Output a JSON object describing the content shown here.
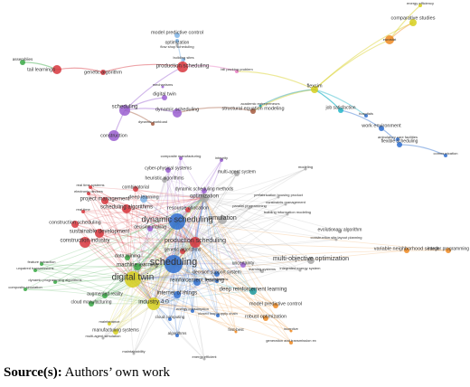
{
  "caption": {
    "label": "Source(s):",
    "text": "Authors’ own work"
  },
  "network_top": {
    "labels": [
      "model predictive control",
      "optimization",
      "flow shop scheduling",
      "comparative studies",
      "eurostat",
      "energy efficiency",
      "building sites",
      "bill packing problem",
      "production scheduling",
      "genetic algorithm",
      "tail learnings",
      "assemblies",
      "digital twin",
      "scheduling",
      "dynamic scheduling",
      "structural equation modeling",
      "academic entrepreneurs",
      "flexsim",
      "job satisfaction",
      "hospitals",
      "work environment",
      "ambulatory care facilities",
      "flexible scheduling",
      "construction",
      "dynamic workload",
      "mechanisms",
      "communication"
    ]
  },
  "network_bottom": {
    "labels": [
      "composite manufacturing",
      "integrity",
      "cyber-physical systems",
      "multi-agent system",
      "modeling",
      "heuristic algorithms",
      "real time systems",
      "electronic devices",
      "combinatorial",
      "deep learning",
      "optimization",
      "dynamic scheduling methods",
      "prefabrication housing product",
      "constraints management",
      "parallel programming",
      "building information modeling",
      "project management",
      "scheduling algorithms",
      "resource allocation",
      "real time",
      "dynamic scheduling",
      "simulation",
      "construction scheduling",
      "decision making",
      "sustainable development",
      "evolutionary algorithm",
      "construction site layout planning",
      "construction industry",
      "production scheduling",
      "genetic algorithms",
      "variable neighborhood search",
      "integer programming",
      "data mining",
      "machine learning",
      "scheduling",
      "feature extraction",
      "unpaired transmissions",
      "uncertainty",
      "multi-objective optimization",
      "learning systems",
      "digital twin",
      "dynamic programming algorithms",
      "integrated energy system",
      "decision support system",
      "fuzzy systems",
      "augmented reality",
      "industry 4.0",
      "reinforcement learning",
      "cloud manufacturing",
      "internet of things",
      "deep reinforcement learning",
      "model predictive control",
      "energy consumption",
      "robust optimization",
      "cloud computing",
      "closed loop supply chain",
      "maintenance",
      "manufacturing systems",
      "multi-agent simulation",
      "algorithms",
      "first-best",
      "incentive",
      "generation and transmission ex",
      "energy efficient",
      "maintainability",
      "composite simulation"
    ]
  }
}
